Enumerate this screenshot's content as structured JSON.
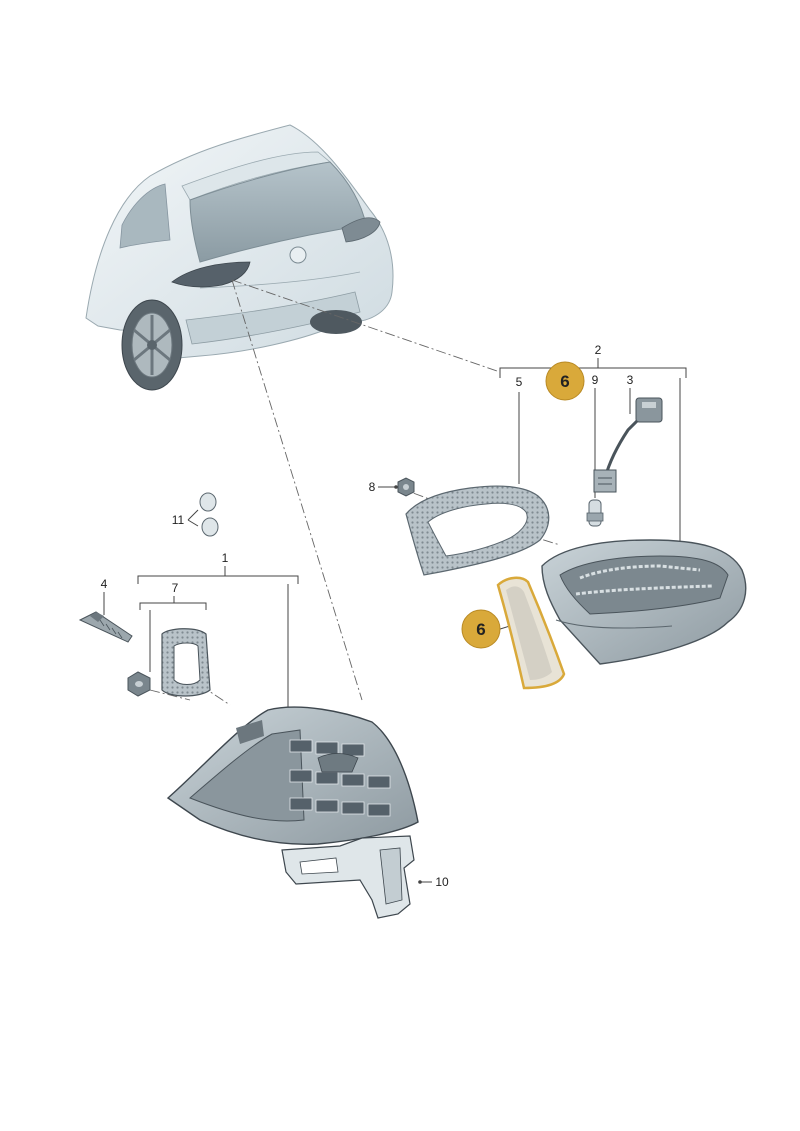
{
  "callouts": {
    "c1": "1",
    "c2": "2",
    "c3": "3",
    "c4": "4",
    "c5": "5",
    "c7": "7",
    "c8": "8",
    "c9": "9",
    "c10": "10",
    "c11": "11"
  },
  "highlight": {
    "label": "6",
    "color": "#d9a93a"
  }
}
